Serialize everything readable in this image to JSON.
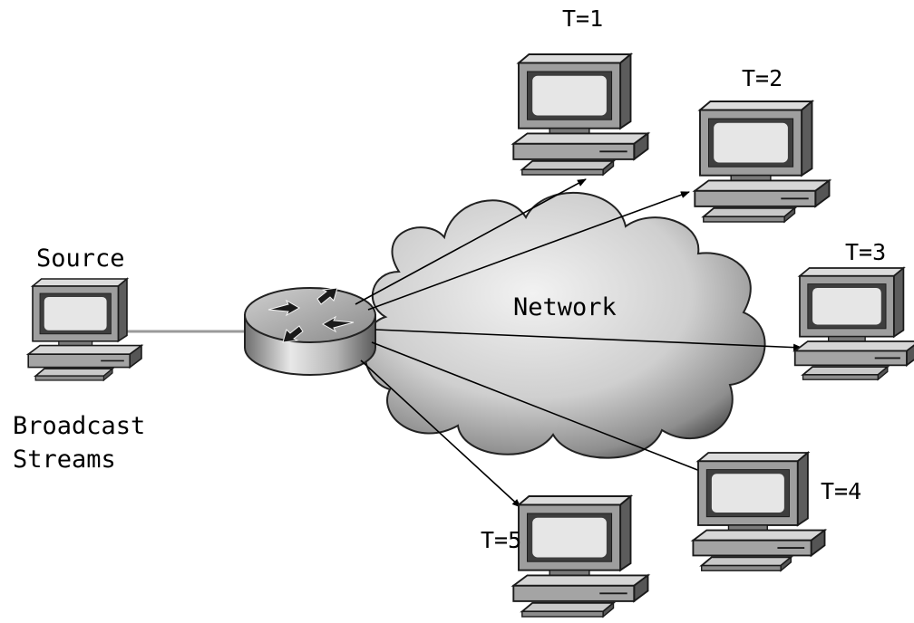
{
  "diagram": {
    "source_label": "Source",
    "caption_line1": "Broadcast",
    "caption_line2": "Streams",
    "cloud_label": "Network",
    "receivers": [
      {
        "label": "T=1"
      },
      {
        "label": "T=2"
      },
      {
        "label": "T=3"
      },
      {
        "label": "T=4"
      },
      {
        "label": "T=5"
      }
    ]
  }
}
